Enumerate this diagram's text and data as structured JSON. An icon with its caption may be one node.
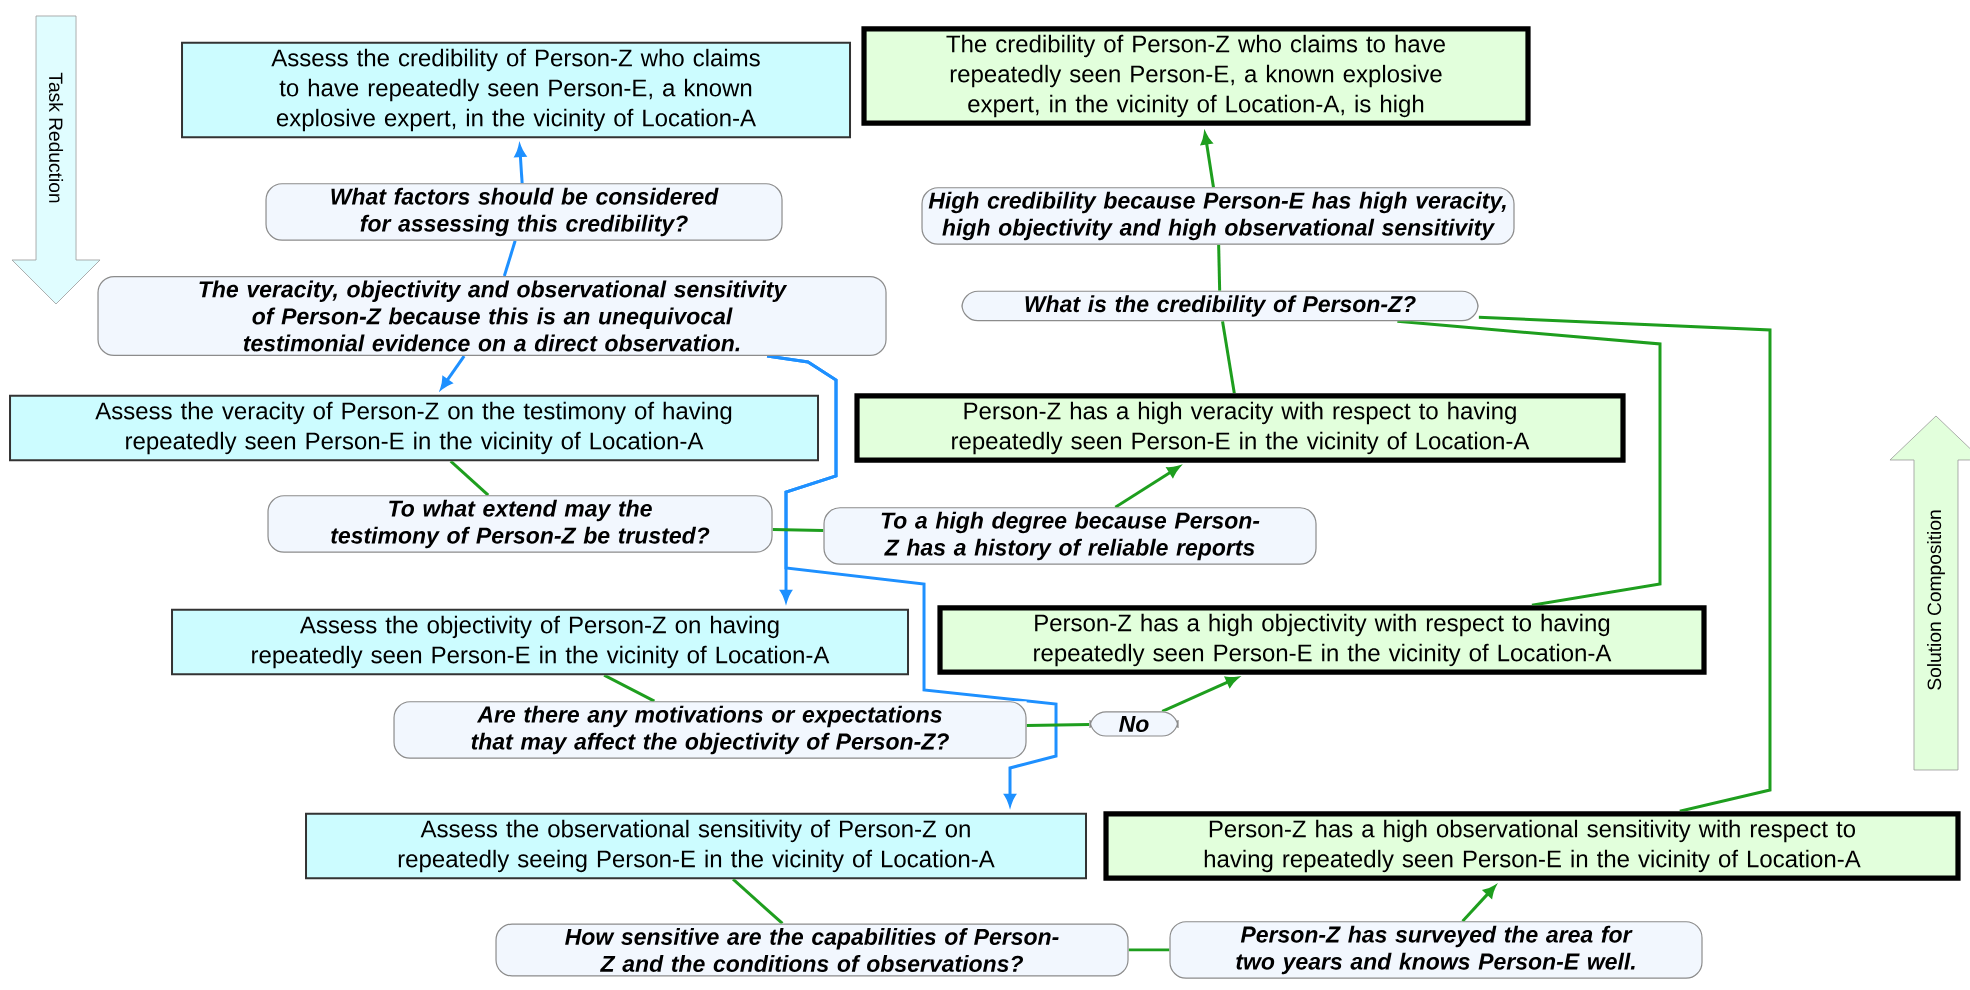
{
  "diagram": {
    "nodes": [
      {
        "text": [
          "Assess the credibility of Person-Z who claims to have repeatedly seen Person-E, a known explosive expert, in the vicinity of Location-A"
        ]
      },
      {
        "text": [
          "The credibility of Person-Z who claims to have repeatedly seen Person-E, a known explosive expert, in the vicinity of Location-A, is high"
        ]
      },
      {
        "text": [
          "What factors should be considered for assessing this credibility?"
        ]
      },
      {
        "text": [
          "The veracity, objectivity and observational sensitivity of Person-Z because this is an unequivocal testimonial evidence on a direct observation."
        ]
      },
      {
        "text": [
          "High credibility because Person-E has high veracity, high objectivity and high observational sensitivity"
        ]
      },
      {
        "text": [
          "What is the credibility of Person-Z?"
        ]
      },
      {
        "text": [
          "Assess the veracity of Person-Z on the testimony of having repeatedly seen Person-E in the vicinity of Location-A"
        ]
      },
      {
        "text": [
          "Person-Z has a high veracity with respect to having repeatedly seen Person-E in the vicinity of Location-A"
        ]
      },
      {
        "text": [
          "To what extend may the testimony of Person-Z be trusted?"
        ]
      },
      {
        "text": [
          "To a high degree because Person-Z has a history of reliable reports"
        ]
      },
      {
        "text": [
          "Assess the objectivity of Person-Z on having repeatedly seen Person-E in the vicinity of Location-A"
        ]
      },
      {
        "text": [
          "Person-Z has a high objectivity with respect to having repeatedly seen Person-E in the vicinity of Location-A"
        ]
      },
      {
        "text": [
          "Are there any motivations or expectations that may affect the objectivity of Person-Z?"
        ]
      },
      {
        "text": [
          "No"
        ]
      },
      {
        "text": [
          "Assess the observational sensitivity of Person-Z on repeatedly seeing Person-E in the vicinity of Location-A"
        ]
      },
      {
        "text": [
          "Person-Z has a high observational sensitivity with respect to having repeatedly seen Person-E in the vicinity of Location-A"
        ]
      },
      {
        "text": [
          "How sensitive are the capabilities of Person-Z and the conditions of observations?"
        ]
      },
      {
        "text": [
          "Person-Z has surveyed the area for two years and knows Person-E well."
        ]
      }
    ],
    "edges": [
      {
        "from": 2,
        "to": 0,
        "arrow": "to",
        "color": "#1e90ff"
      },
      {
        "from": 2,
        "to": 3,
        "arrow": "none",
        "color": "#1e90ff"
      },
      {
        "from": 3,
        "to": 6,
        "arrow": "to",
        "color": "#1e90ff"
      },
      {
        "from": 3,
        "to": 10,
        "arrow": "to",
        "color": "#1e90ff"
      },
      {
        "from": 3,
        "to": 14,
        "arrow": "to",
        "color": "#1e90ff"
      },
      {
        "from": 6,
        "to": 8,
        "arrow": "none"
      },
      {
        "from": 8,
        "to": 9,
        "arrow": "none"
      },
      {
        "from": 9,
        "to": 7,
        "arrow": "to"
      },
      {
        "from": 10,
        "to": 12,
        "arrow": "none"
      },
      {
        "from": 12,
        "to": 13,
        "arrow": "none"
      },
      {
        "from": 13,
        "to": 11,
        "arrow": "to"
      },
      {
        "from": 14,
        "to": 16,
        "arrow": "none"
      },
      {
        "from": 16,
        "to": 17,
        "arrow": "none"
      },
      {
        "from": 17,
        "to": 15,
        "arrow": "to"
      },
      {
        "from": 7,
        "to": 5,
        "arrow": "none"
      },
      {
        "from": 11,
        "to": 5,
        "arrow": "none"
      },
      {
        "from": 15,
        "to": 5,
        "arrow": "none"
      },
      {
        "from": 5,
        "to": 4,
        "arrow": "none"
      },
      {
        "from": 4,
        "to": 1,
        "arrow": "to"
      }
    ],
    "labels": [
      "Task Reduction",
      "Solution Composition"
    ]
  }
}
